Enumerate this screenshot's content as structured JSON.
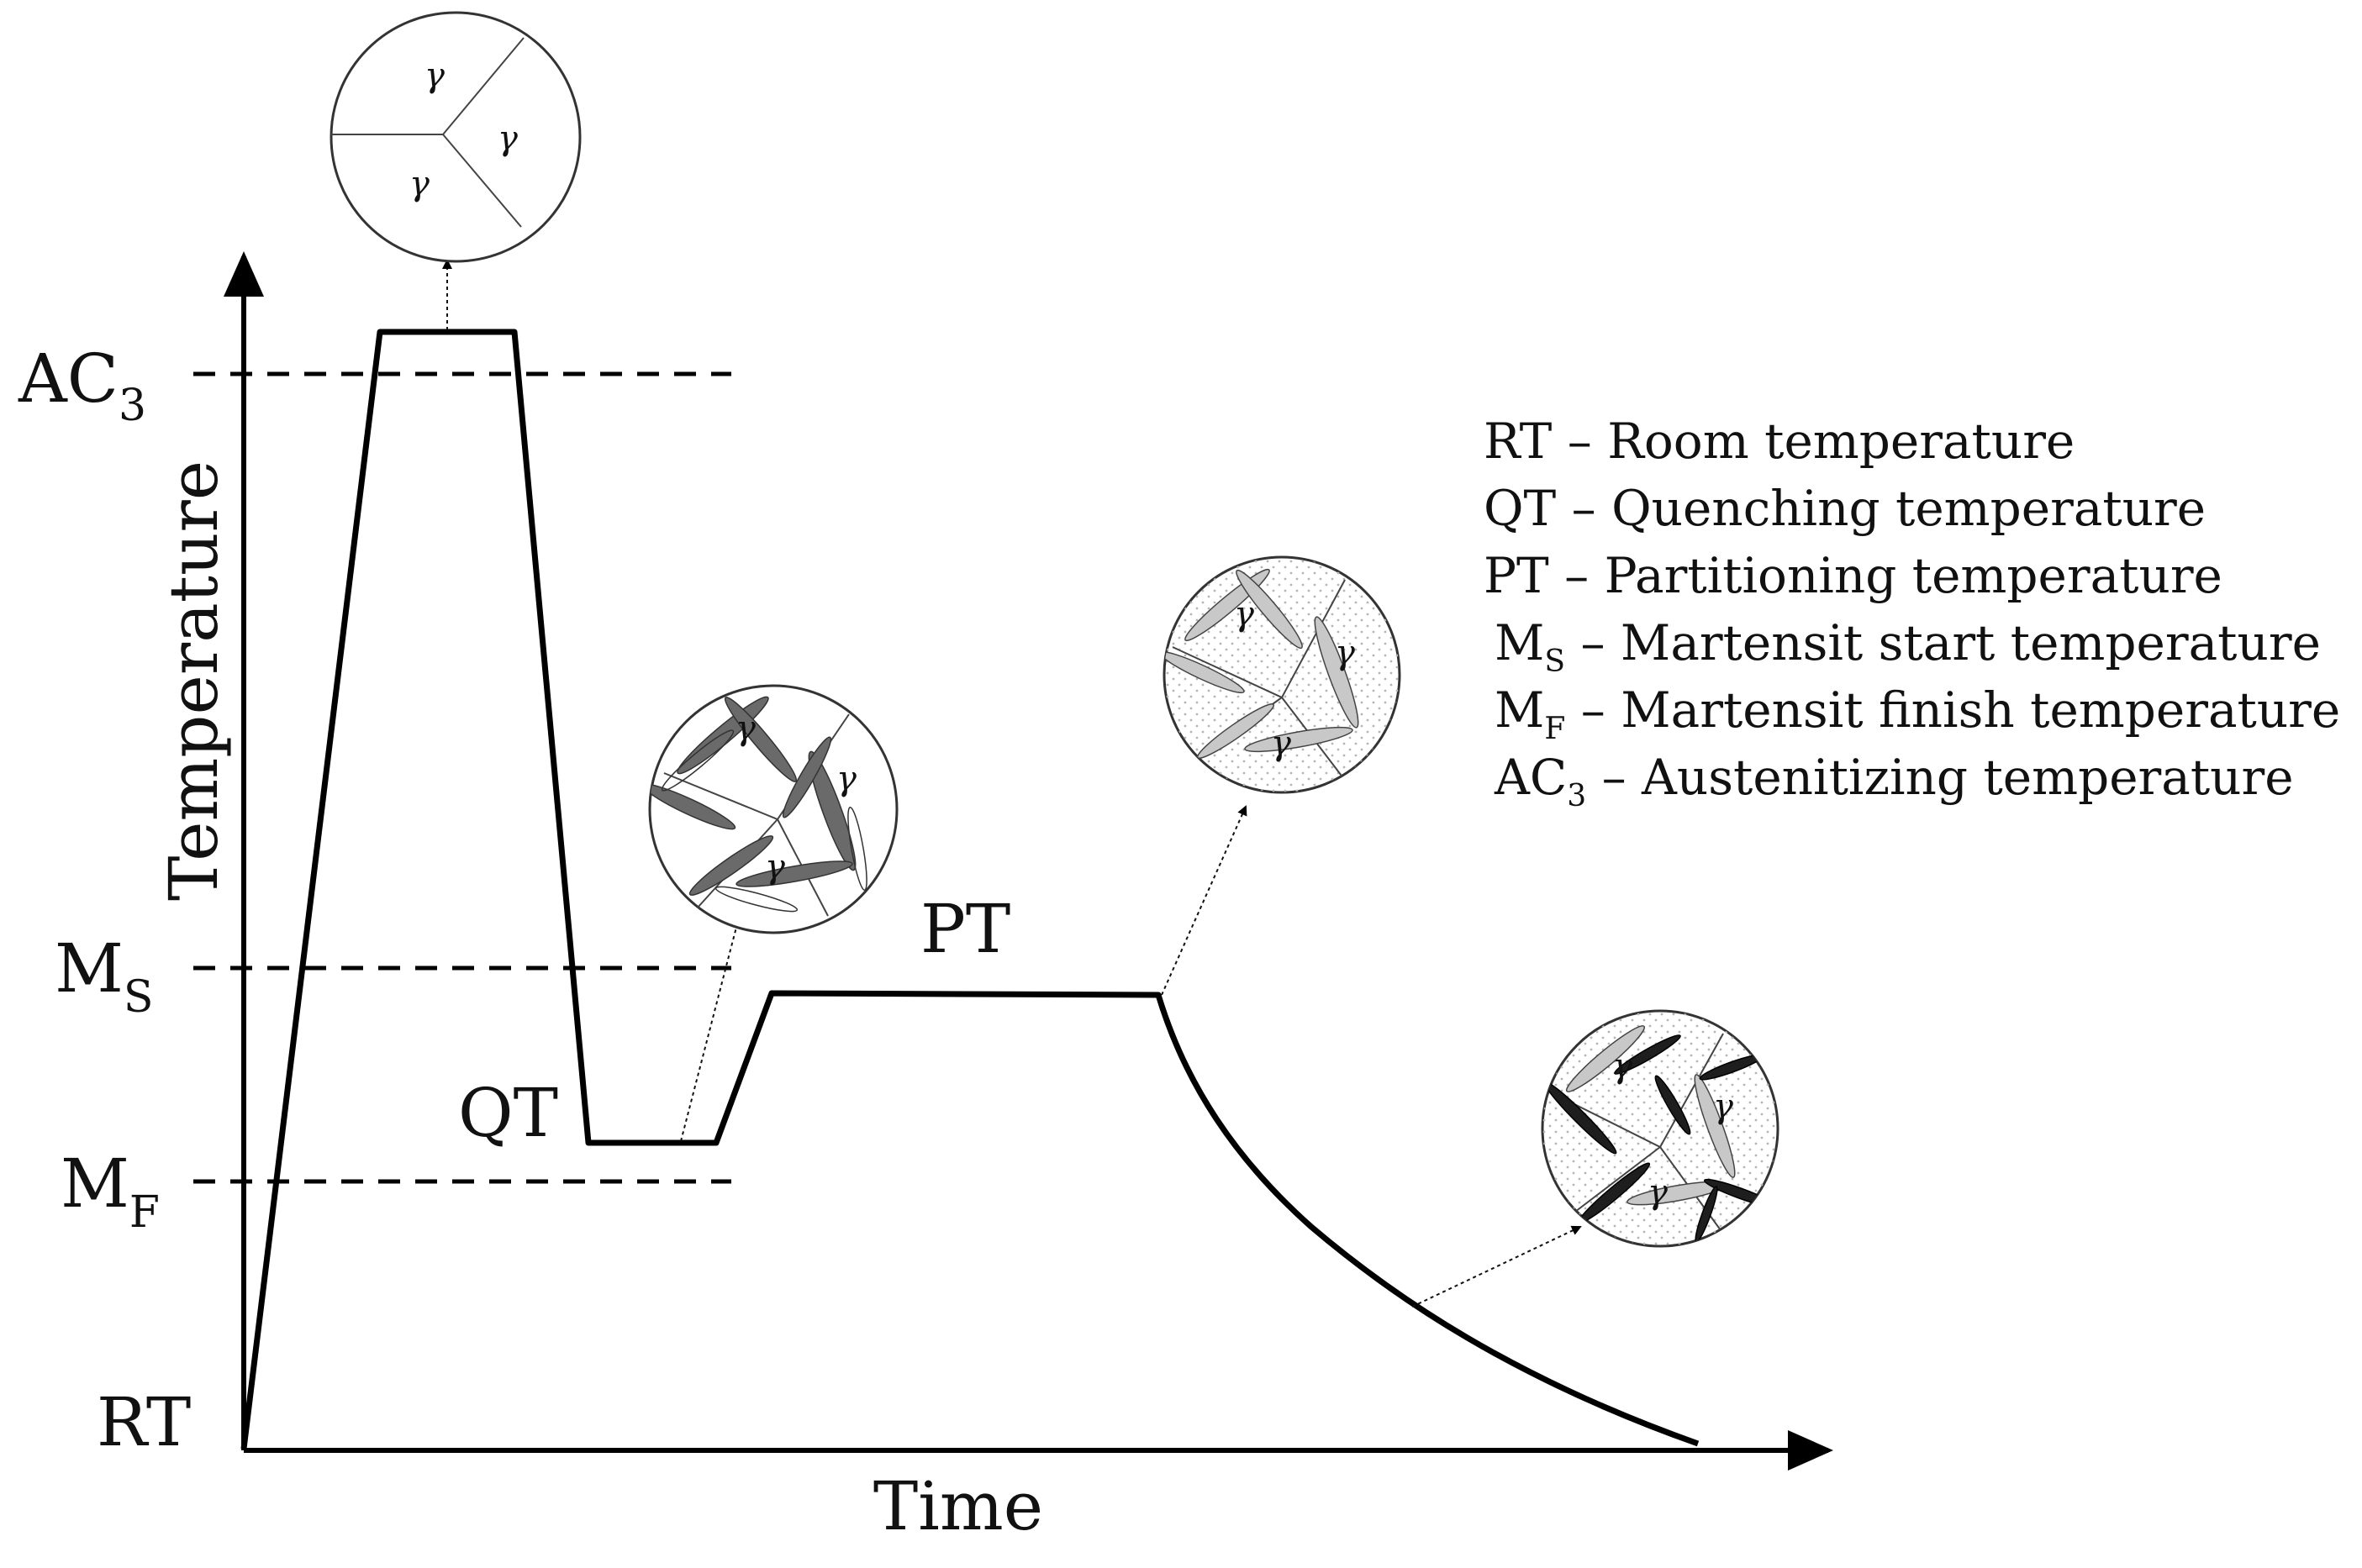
{
  "axes": {
    "x_label": "Time",
    "y_label": "Temperature"
  },
  "levels": {
    "ac3": {
      "main": "AC",
      "sub": "3"
    },
    "ms": {
      "main": "M",
      "sub": "S"
    },
    "mf": {
      "main": "M",
      "sub": "F"
    },
    "rt": "RT"
  },
  "stages": {
    "qt": "QT",
    "pt": "PT"
  },
  "legend": [
    {
      "abbr": "RT",
      "sub": "",
      "text": " – Room temperature"
    },
    {
      "abbr": "QT",
      "sub": "",
      "text": " – Quenching temperature"
    },
    {
      "abbr": "PT",
      "sub": "",
      "text": " – Partitioning temperature"
    },
    {
      "abbr": "M",
      "sub": "S",
      "text": " – Martensit start temperature"
    },
    {
      "abbr": "M",
      "sub": "F",
      "text": " – Martensit finish temperature"
    },
    {
      "abbr": "AC",
      "sub": "3",
      "text": " – Austenitizing temperature"
    }
  ],
  "phase_symbol": "γ",
  "colors": {
    "line": "#000000",
    "grain_boundary": "#444444",
    "martensite_dark": "#6a6a6a",
    "martensite_light": "#c8c8c8",
    "fresh_martensite": "#1e1e1e",
    "dots": "#b5b5b5"
  }
}
